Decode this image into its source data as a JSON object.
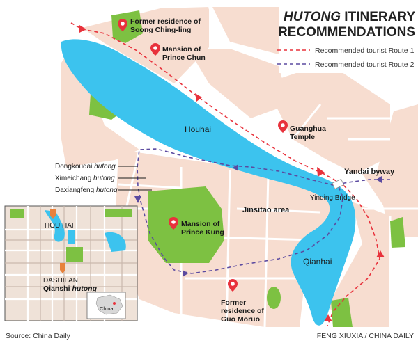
{
  "title": {
    "line1_italic": "HUTONG",
    "line1_rest": " ITINERARY",
    "line2": "RECOMMENDATIONS"
  },
  "legend": {
    "route1": "Recommended tourist Route 1",
    "route2": "Recommended tourist Route 2",
    "route1_color": "#e8323c",
    "route2_color": "#5b4aa0"
  },
  "places": {
    "soong_l1": "Former residence of",
    "soong_l2": "Soong Ching-ling",
    "chun_l1": "Mansion of",
    "chun_l2": "Prince Chun",
    "guanghua_l1": "Guanghua",
    "guanghua_l2": "Temple",
    "kung_l1": "Mansion of",
    "kung_l2": "Prince Kung",
    "guo_l1": "Former",
    "guo_l2": "residence of",
    "guo_l3": "Guo Moruo"
  },
  "areas": {
    "houhai": "Houhai",
    "qianhai": "Qianhai",
    "jinsitao": "Jinsitao area",
    "yinding": "Yinding Bridge",
    "yandai": "Yandai byway"
  },
  "hutongs": {
    "dongkoudai": "Dongkoudai",
    "ximeichang": "Ximeichang",
    "daxiangfeng": "Daxiangfeng",
    "suffix": "hutong"
  },
  "inset": {
    "houhai": "HOU HAI",
    "dashilan": "DASHILAN",
    "qianshi_a": "Qianshi ",
    "qianshi_b": "hutong",
    "china": "China"
  },
  "footer": {
    "source": "Source: China Daily",
    "credit": "FENG XIUXIA / CHINA DAILY"
  },
  "colors": {
    "water": "#3cc3ee",
    "green": "#7dc142",
    "block": "#f7ddd0",
    "road": "#ffffff",
    "pin": "#e8323c"
  }
}
